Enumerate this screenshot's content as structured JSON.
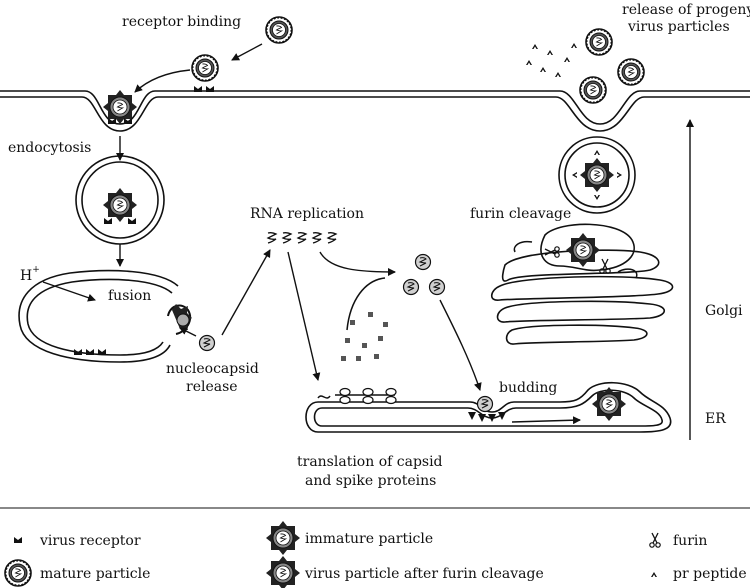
{
  "labels": {
    "receptor_binding": "receptor binding",
    "release_line1": "release of progeny",
    "release_line2": "virus particles",
    "endocytosis": "endocytosis",
    "h_plus_base": "H",
    "h_plus_sup": "+",
    "fusion": "fusion",
    "rna_replication": "RNA replication",
    "furin_cleavage": "furin cleavage",
    "golgi": "Golgi",
    "er": "ER",
    "nucleocapsid_line1": "nucleocapsid",
    "nucleocapsid_line2": "release",
    "budding": "budding",
    "translation_line1": "translation of capsid",
    "translation_line2": "and spike proteins"
  },
  "legend": {
    "virus_receptor": "virus receptor",
    "mature_particle": "mature particle",
    "immature_particle": "immature particle",
    "after_furin": "virus particle after furin cleavage",
    "furin": "furin",
    "pr_peptide": "pr peptide"
  }
}
